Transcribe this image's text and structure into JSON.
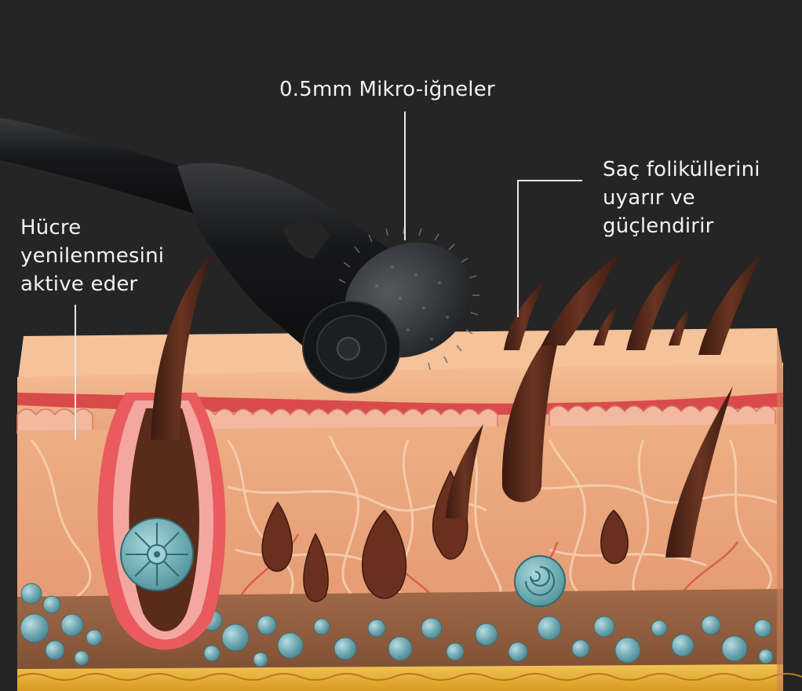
{
  "labels": {
    "needles": "0.5mm Mikro-iğneler",
    "follicles": [
      "Saç foliküllerini",
      "uyarır ve",
      "güçlendirir"
    ],
    "cell_renewal": [
      "Hücre",
      "yenilenmesini",
      "aktive eder"
    ]
  },
  "colors": {
    "background": "#252525",
    "label_text": "#f2f2f2",
    "leader_line": "#e8e8e8",
    "epidermis": "#f2b48a",
    "dermis": "#e9a27a",
    "capillary_red": "#d94b4b",
    "hair": "#4a2418",
    "fat_cells": "#6fa7b0",
    "fat_layer": "#e8b43a",
    "roller": "#1c1d1f"
  }
}
